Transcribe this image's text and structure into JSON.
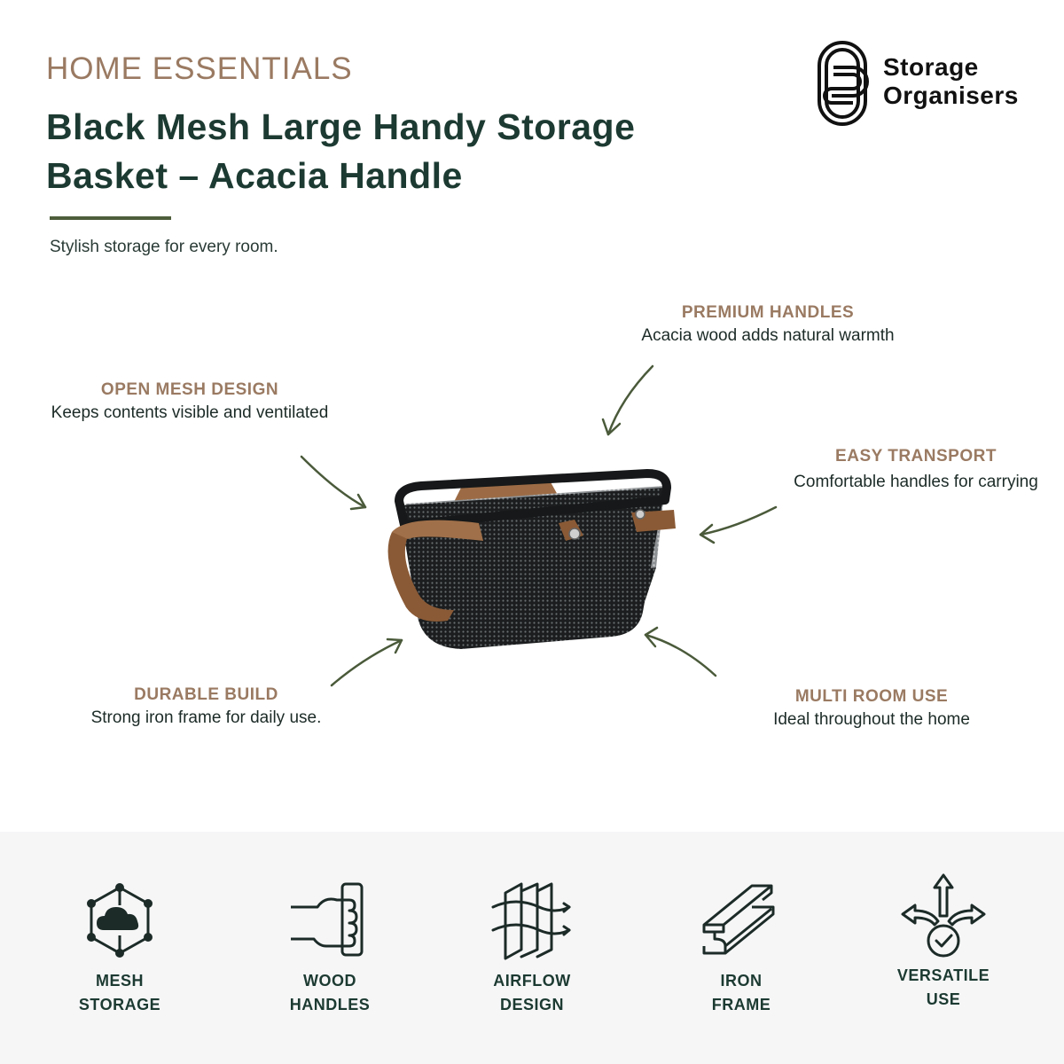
{
  "header": {
    "eyebrow": "HOME ESSENTIALS",
    "title_line1": "Black Mesh Large Handy Storage",
    "title_line2": "Basket – Acacia Handle",
    "tagline": "Stylish storage for every room."
  },
  "logo": {
    "line1": "Storage",
    "line2": "Organisers"
  },
  "features": [
    {
      "heading": "PREMIUM HANDLES",
      "desc": "Acacia wood adds natural warmth"
    },
    {
      "heading": "OPEN MESH DESIGN",
      "desc": "Keeps contents visible and ventilated"
    },
    {
      "heading": "EASY TRANSPORT",
      "desc": "Comfortable handles for carrying"
    },
    {
      "heading": "DURABLE BUILD",
      "desc": "Strong iron frame for daily use."
    },
    {
      "heading": "MULTI ROOM USE",
      "desc": "Ideal throughout the home"
    }
  ],
  "badges": [
    {
      "icon": "mesh-cloud-icon",
      "line1": "MESH",
      "line2": "STORAGE"
    },
    {
      "icon": "hand-grip-icon",
      "line1": "WOOD",
      "line2": "HANDLES"
    },
    {
      "icon": "airflow-icon",
      "line1": "AIRFLOW",
      "line2": "DESIGN"
    },
    {
      "icon": "iron-beam-icon",
      "line1": "IRON",
      "line2": "FRAME"
    },
    {
      "icon": "versatile-arrows-icon",
      "line1": "VERSATILE",
      "line2": "USE"
    }
  ],
  "colors": {
    "heading": "#1c3a31",
    "accent_tan": "#9a7a62",
    "rule_green": "#4e5e3b",
    "arrow": "#4a5a3a",
    "bottom_band": "#f6f6f7"
  }
}
